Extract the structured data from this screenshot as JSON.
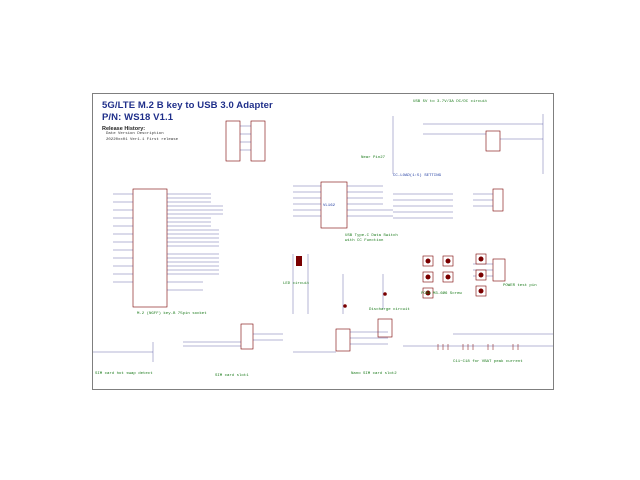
{
  "title_line1": "5G/LTE M.2 B key to USB 3.0 Adapter",
  "title_line2": "P/N: WS18 V1.1",
  "release_history": {
    "heading": "Release History:",
    "columns": "Date  Version  Description",
    "row": "20220xx01  Ver1.1  First release"
  },
  "sections": {
    "usb_dcdc": "USB 5V to 3.7V/3A DC/DC circuit",
    "near_pin27": "Near Pin27",
    "usb_typec": "USB Type-C Data Switch",
    "cc_function": "with CC Function",
    "led_circuit": "LED circuit",
    "discharge": "Discharge circuit",
    "pcba_screw": "PCBA M3-6Ø6 Screw",
    "power_test": "POWER test pin",
    "m2_socket": "M.2 (NGFF) key-B 75pin socket",
    "sim_hot_swap": "SIM card hot swap detect",
    "sim_slot1": "SIM card slot1",
    "nano_sim_slot2": "Nano SIM card slot2",
    "vbat_peak": "C11~C18 for VBAT peak current",
    "cc_load": "CC-LOAD(1:5) SETTING",
    "vl162": "VL162"
  }
}
